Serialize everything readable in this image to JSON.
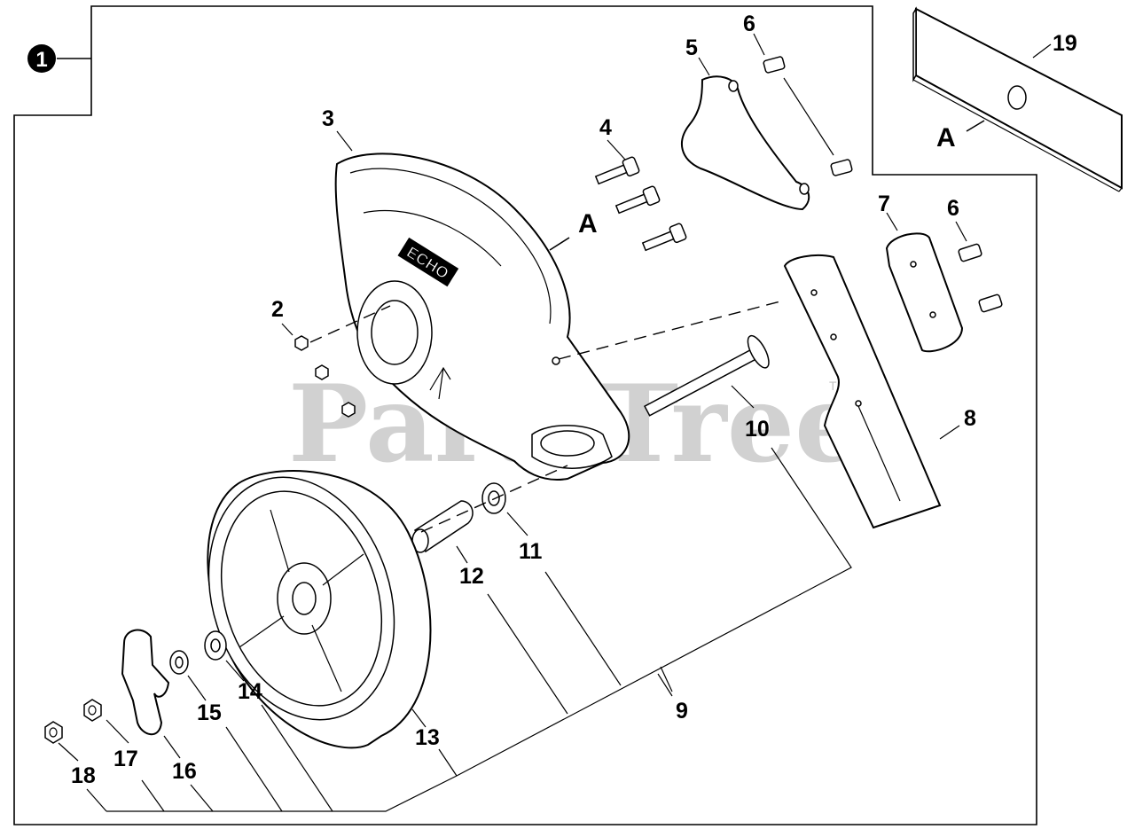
{
  "assembly_badge": "1",
  "watermark": "PartsTree",
  "watermark_tm": "TM",
  "brand_mark": "ECHO",
  "section_label": "A",
  "callouts": [
    "2",
    "3",
    "4",
    "5",
    "6",
    "6",
    "7",
    "8",
    "9",
    "10",
    "11",
    "12",
    "13",
    "14",
    "15",
    "16",
    "17",
    "18",
    "19"
  ]
}
